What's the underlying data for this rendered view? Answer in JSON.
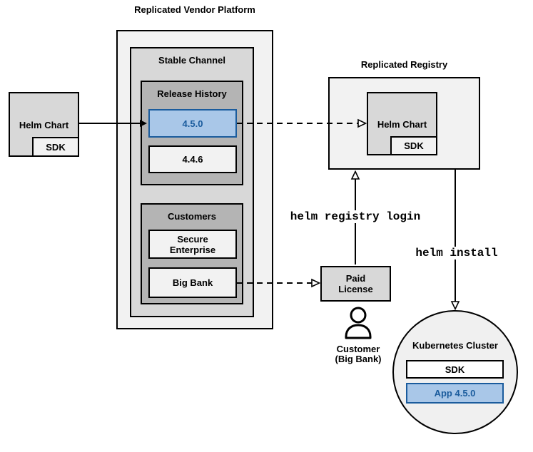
{
  "diagram": {
    "vendor_platform": {
      "title": "Replicated Vendor Platform",
      "stable_channel_label": "Stable Channel",
      "release_history_label": "Release History",
      "releases": [
        {
          "version": "4.5.0",
          "highlighted": true
        },
        {
          "version": "4.4.6",
          "highlighted": false
        }
      ],
      "customers_label": "Customers",
      "customers": [
        {
          "name": "Secure Enterprise"
        },
        {
          "name": "Big Bank"
        }
      ]
    },
    "source_helm_chart": {
      "label": "Helm Chart",
      "sdk": "SDK"
    },
    "registry": {
      "title": "Replicated Registry",
      "helm_chart_label": "Helm Chart",
      "sdk": "SDK"
    },
    "paid_license_label": "Paid License",
    "customer_caption": {
      "line1": "Customer",
      "line2": "(Big Bank)"
    },
    "kubernetes": {
      "title": "Kubernetes Cluster",
      "sdk": "SDK",
      "app": "App 4.5.0"
    },
    "edge_labels": {
      "registry_login": "helm registry login",
      "install": "helm install"
    },
    "colors": {
      "highlight_fill": "#a9c7e8",
      "highlight_stroke": "#1b5c9d",
      "highlight_text": "#1b5c9d",
      "box_light": "#f2f2f2",
      "box_mid": "#d8d8d8",
      "box_dark": "#b4b4b4",
      "stroke": "#000000"
    }
  }
}
